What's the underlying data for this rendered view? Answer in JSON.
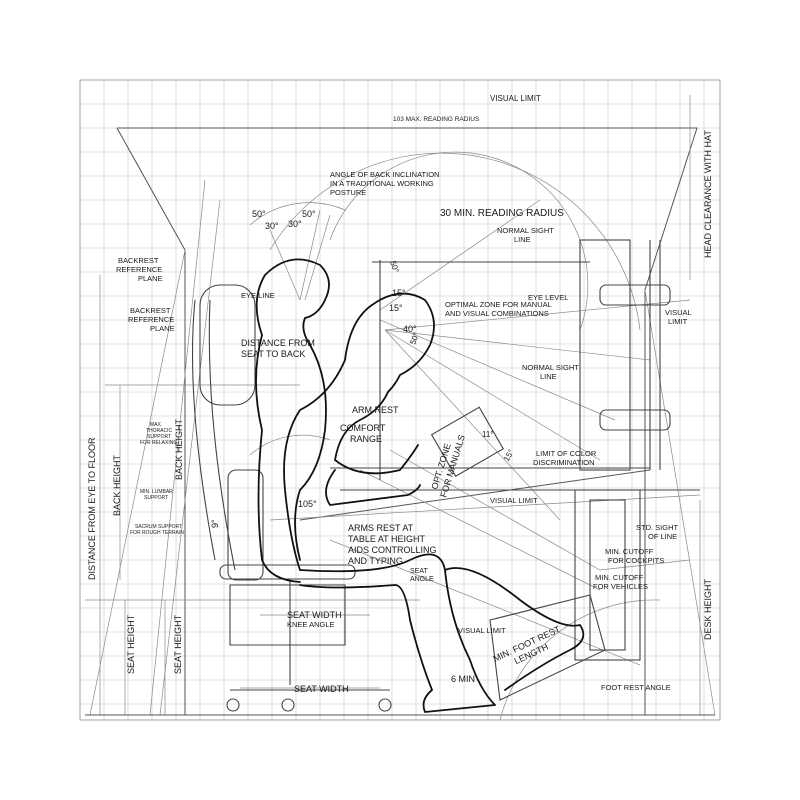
{
  "labels": {
    "visual_limit_top": "VISUAL LIMIT",
    "max_reading_radius": "103 MAX. READING RADIUS",
    "angle_back_inclination": [
      "ANGLE OF BACK INCLINATION",
      "IN A TRADITIONAL WORKING",
      "POSTURE"
    ],
    "min_reading_radius": "30 MIN. READING RADIUS",
    "normal_sight_line_top": [
      "NORMAL SIGHT",
      "LINE"
    ],
    "head_clearance": "HEAD CLEARANCE WITH HAT",
    "backrest_ref_1": [
      "BACKREST",
      "REFERENCE",
      "PLANE"
    ],
    "backrest_ref_2": [
      "BACKREST",
      "REFERENCE",
      "PLANE"
    ],
    "eye_line": "EYE LINE",
    "distance_seat_back": [
      "DISTANCE FROM",
      "SEAT TO BACK"
    ],
    "eye_level": "EYE LEVEL",
    "optimal_zone": [
      "OPTIMAL ZONE FOR MANUAL",
      "AND VISUAL COMBINATIONS"
    ],
    "visual_limit_right": [
      "VISUAL",
      "LIMIT"
    ],
    "normal_sight_line_mid": [
      "NORMAL SIGHT",
      "LINE"
    ],
    "arm_rest": "ARM REST",
    "comfort_range": [
      "COMFORT",
      "RANGE"
    ],
    "opt_zone_manuals": [
      "OPT. ZONE",
      "FOR MANUALS"
    ],
    "limit_color": [
      "LIMIT OF COLOR",
      "DISCRIMINATION"
    ],
    "back_height_outer": "BACK HEIGHT",
    "back_height_inner": "BACK HEIGHT",
    "thoracic_support": [
      "MAX.",
      "THORACIC",
      "SUPPORT",
      "FOR RELAXING"
    ],
    "lumbar_support": [
      "MIN. LUMBAR",
      "SUPPORT"
    ],
    "sacrum_support": [
      "SACRUM SUPPORT",
      "FOR ROUGH TERRAIN"
    ],
    "distance_eye_floor": "DISTANCE FROM EYE TO FLOOR",
    "visual_limit_mid": "VISUAL LIMIT",
    "arms_rest_table": [
      "ARMS REST AT",
      "TABLE AT HEIGHT",
      "AIDS CONTROLLING",
      "AND TYPING"
    ],
    "seat_angle": [
      "SEAT",
      "ANGLE"
    ],
    "std_sight_line": [
      "STD. SIGHT",
      "OF LINE"
    ],
    "min_cutoff_cockpits": [
      "MIN. CUTOFF",
      "FOR COCKPITS"
    ],
    "min_cutoff_vehicles": [
      "MIN. CUTOFF",
      "FOR VEHICLES"
    ],
    "desk_height": "DESK HEIGHT",
    "seat_width_upper": "SEAT WIDTH",
    "knee_angle": "KNEE ANGLE",
    "seat_height_left": "SEAT HEIGHT",
    "seat_height_right": "SEAT HEIGHT",
    "visual_limit_low": "VISUAL LIMIT",
    "min_foot_rest": [
      "MIN. FOOT REST",
      "LENGTH"
    ],
    "six_min": "6 MIN",
    "seat_width_lower": "SEAT WIDTH",
    "foot_rest_angle": "FOOT REST ANGLE",
    "angle_50_a": "50°",
    "angle_30_a": "30°",
    "angle_30_b": "30°",
    "angle_50_b": "50°",
    "angle_50_c": "50°",
    "angle_15_a": "15°",
    "angle_15_b": "15°",
    "angle_40": "40°",
    "angle_50_d": "50°",
    "angle_11": "11°",
    "angle_15_c": "15°",
    "angle_105": "105°",
    "angle_9": "9°"
  }
}
